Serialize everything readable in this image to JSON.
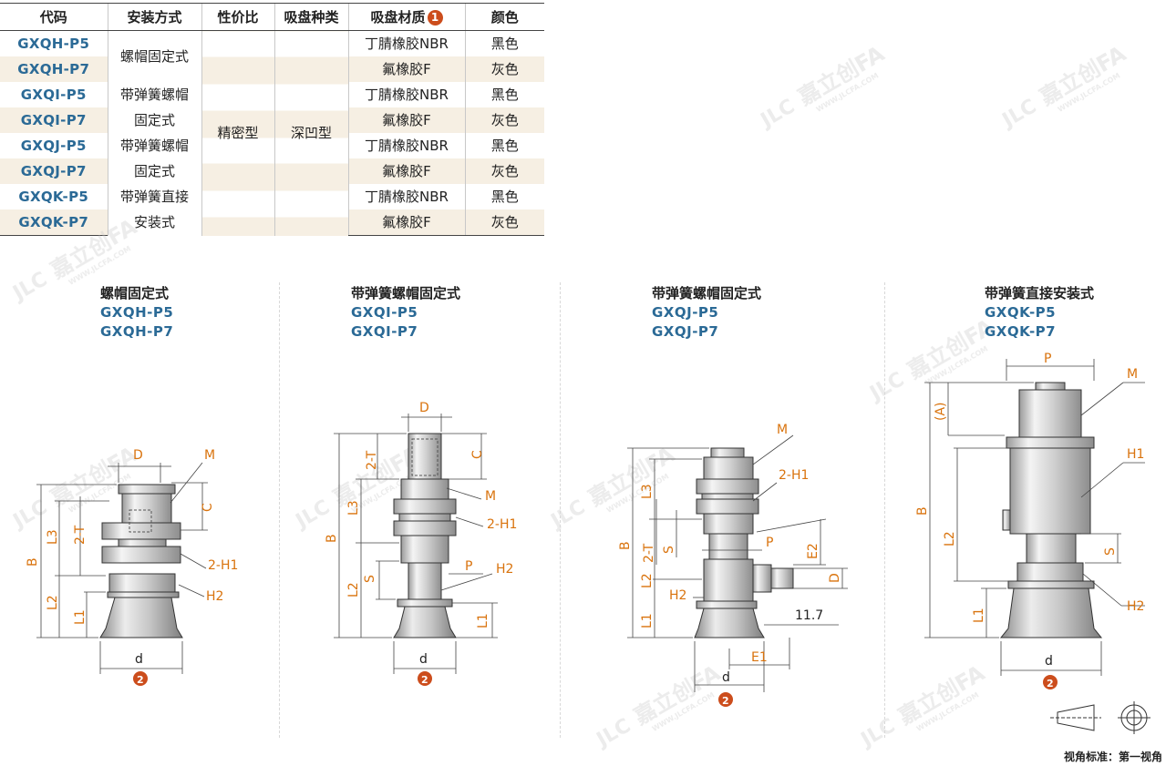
{
  "table": {
    "headers": [
      "代码",
      "安装方式",
      "性价比",
      "吸盘种类",
      "吸盘材质",
      "颜色"
    ],
    "material_note_badge": "1",
    "rows": [
      {
        "model": "GXQH-P5",
        "material": "丁腈橡胶NBR",
        "color": "黑色"
      },
      {
        "model": "GXQH-P7",
        "material": "氟橡胶F",
        "color": "灰色"
      },
      {
        "model": "GXQI-P5",
        "material": "丁腈橡胶NBR",
        "color": "黑色"
      },
      {
        "model": "GXQI-P7",
        "material": "氟橡胶F",
        "color": "灰色"
      },
      {
        "model": "GXQJ-P5",
        "material": "丁腈橡胶NBR",
        "color": "黑色"
      },
      {
        "model": "GXQJ-P7",
        "material": "氟橡胶F",
        "color": "灰色"
      },
      {
        "model": "GXQK-P5",
        "material": "丁腈橡胶NBR",
        "color": "黑色"
      },
      {
        "model": "GXQK-P7",
        "material": "氟橡胶F",
        "color": "灰色"
      }
    ],
    "mounts": [
      "螺帽固定式",
      "带弹簧螺帽",
      "固定式",
      "带弹簧螺帽",
      "固定式",
      "带弹簧直接",
      "安装式"
    ],
    "cost": "精密型",
    "cup_type": "深凹型"
  },
  "figures": [
    {
      "title": "螺帽固定式",
      "models": [
        "GXQH-P5",
        "GXQH-P7"
      ],
      "dims": {
        "d_top": "D",
        "m": "M",
        "c": "C",
        "t": "2-T",
        "h1": "2-",
        "h1s": "H1",
        "h2": "H2",
        "b": "B",
        "l3": "L3",
        "l2": "L2",
        "l1": "L1",
        "d": "d",
        "badge": "2"
      }
    },
    {
      "title": "带弹簧螺帽固定式",
      "models": [
        "GXQI-P5",
        "GXQI-P7"
      ],
      "dims": {
        "d_top": "D",
        "c": "C",
        "t": "2-T",
        "m": "M",
        "h1": "2-",
        "h1s": "H1",
        "b": "B",
        "l3": "L3",
        "s": "S",
        "p": "P",
        "h2": "H2",
        "l2": "L2",
        "l1": "L1",
        "d": "d",
        "badge": "2"
      }
    },
    {
      "title": "带弹簧螺帽固定式",
      "models": [
        "GXQJ-P5",
        "GXQJ-P7"
      ],
      "dims": {
        "m": "M",
        "h1": "2-",
        "h1s": "H1",
        "l3": "L3",
        "b": "B",
        "t": "2-T",
        "s": "S",
        "p": "P",
        "e2": "E2",
        "d_side": "D",
        "h2": "H2",
        "l2": "L2",
        "l1": "L1",
        "x": "11.7",
        "e1": "E1",
        "d": "d",
        "badge": "2"
      }
    },
    {
      "title": "带弹簧直接安装式",
      "models": [
        "GXQK-P5",
        "GXQK-P7"
      ],
      "dims": {
        "p": "P",
        "m": "M",
        "a": "(A)",
        "h1": "H1",
        "b": "B",
        "l2": "L2",
        "s": "S",
        "l1": "L1",
        "h2": "H2",
        "d": "d",
        "badge": "2"
      }
    }
  ],
  "watermark": {
    "brand": "JLC",
    "cn": "嘉立创FA",
    "url": "WWW.JLCFA.COM"
  },
  "footer": "视角标准：第一视角",
  "colors": {
    "model_blue": "#2b6a96",
    "dim_orange": "#d9730d",
    "badge_red": "#cc4d1c",
    "row_alt": "#f6efe3"
  }
}
